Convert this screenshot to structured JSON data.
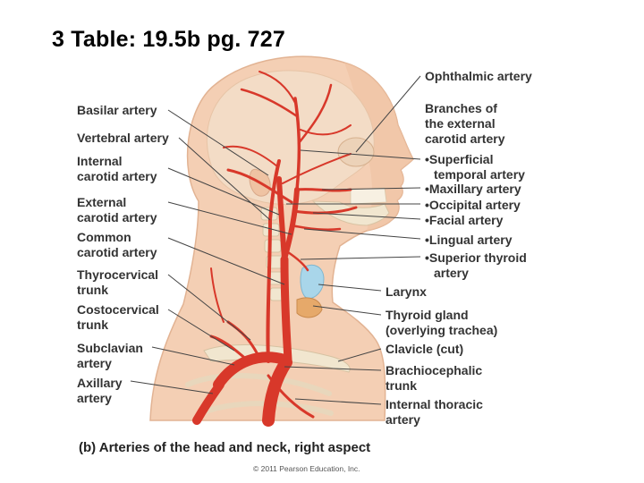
{
  "slide": {
    "title": "3 Table: 19.5b pg. 727"
  },
  "figure": {
    "caption": "(b) Arteries of the head and neck, right aspect",
    "copyright": "© 2011 Pearson Education, Inc.",
    "left_labels": [
      {
        "lines": [
          "Basilar artery"
        ]
      },
      {
        "lines": [
          "Vertebral artery"
        ]
      },
      {
        "lines": [
          "Internal",
          "carotid artery"
        ]
      },
      {
        "lines": [
          "External",
          "carotid artery"
        ]
      },
      {
        "lines": [
          "Common",
          "carotid artery"
        ]
      },
      {
        "lines": [
          "Thyrocervical",
          "trunk"
        ]
      },
      {
        "lines": [
          "Costocervical",
          "trunk"
        ]
      },
      {
        "lines": [
          "Subclavian",
          "artery"
        ]
      },
      {
        "lines": [
          "Axillary",
          "artery"
        ]
      }
    ],
    "right_top_label": "Ophthalmic artery",
    "branches_heading": [
      "Branches of",
      "the external",
      "carotid artery"
    ],
    "branches": [
      {
        "lines": [
          "Superficial",
          "temporal artery"
        ]
      },
      {
        "lines": [
          "Maxillary artery"
        ]
      },
      {
        "lines": [
          "Occipital artery"
        ]
      },
      {
        "lines": [
          "Facial artery"
        ]
      },
      {
        "lines": [
          "Lingual artery"
        ]
      },
      {
        "lines": [
          "Superior thyroid",
          "artery"
        ]
      }
    ],
    "right_labels": [
      {
        "lines": [
          "Larynx"
        ]
      },
      {
        "lines": [
          "Thyroid gland",
          "(overlying trachea)"
        ]
      },
      {
        "lines": [
          "Clavicle (cut)"
        ]
      },
      {
        "lines": [
          "Brachiocephalic",
          "trunk"
        ]
      },
      {
        "lines": [
          "Internal thoracic",
          "artery"
        ]
      }
    ],
    "colors": {
      "skin": "#f4cfb4",
      "skin_shadow": "#e6b08f",
      "artery": "#d8382a",
      "artery_dark": "#a8231a",
      "bone": "#f1e6cf",
      "larynx": "#a9d6ea",
      "thyroid": "#e6a96a",
      "leader": "#444444"
    }
  }
}
